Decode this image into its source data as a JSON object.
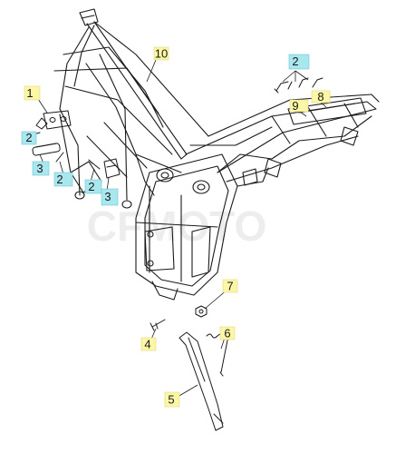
{
  "watermark": "CFMOTO",
  "colors": {
    "line": "#1a1a1a",
    "callout_yellow": "#fbf7a6",
    "callout_cyan": "#a9e7ef",
    "watermark": "#e6e6e6"
  },
  "callouts": [
    {
      "id": "c10",
      "label": "10",
      "color": "yellow"
    },
    {
      "id": "c2a",
      "label": "2",
      "color": "cyan"
    },
    {
      "id": "c9",
      "label": "9",
      "color": "yellow"
    },
    {
      "id": "c8",
      "label": "8",
      "color": "yellow"
    },
    {
      "id": "c1",
      "label": "1",
      "color": "yellow"
    },
    {
      "id": "c2b",
      "label": "2",
      "color": "cyan"
    },
    {
      "id": "c3a",
      "label": "3",
      "color": "cyan"
    },
    {
      "id": "c2c",
      "label": "2",
      "color": "cyan"
    },
    {
      "id": "c2d",
      "label": "2",
      "color": "cyan"
    },
    {
      "id": "c3b",
      "label": "3",
      "color": "cyan"
    },
    {
      "id": "c7",
      "label": "7",
      "color": "yellow"
    },
    {
      "id": "c6",
      "label": "6",
      "color": "yellow"
    },
    {
      "id": "c4",
      "label": "4",
      "color": "yellow"
    },
    {
      "id": "c5",
      "label": "5",
      "color": "yellow"
    }
  ]
}
